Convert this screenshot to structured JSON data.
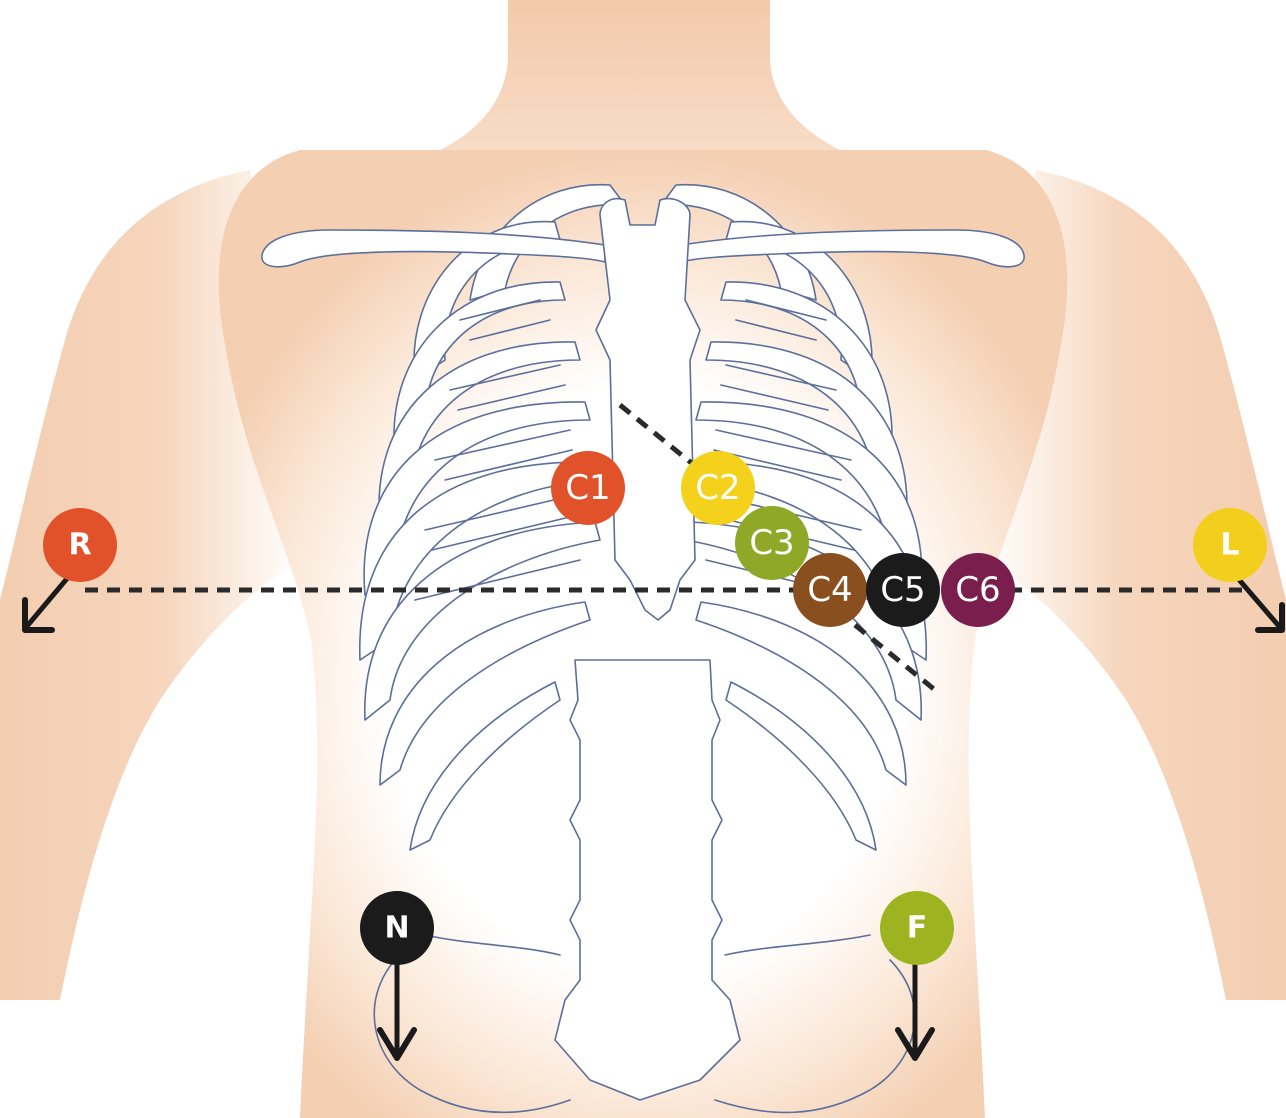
{
  "electrodes": {
    "R": {
      "label": "R",
      "color": "#e2522a"
    },
    "L": {
      "label": "L",
      "color": "#f2cf1c"
    },
    "N": {
      "label": "N",
      "color": "#1b1b1b"
    },
    "F": {
      "label": "F",
      "color": "#9db420"
    },
    "C1": {
      "label": "C1",
      "color": "#e2522a"
    },
    "C2": {
      "label": "C2",
      "color": "#f4d21c"
    },
    "C3": {
      "label": "C3",
      "color": "#8fa827"
    },
    "C4": {
      "label": "C4",
      "color": "#8a4f1e"
    },
    "C5": {
      "label": "C5",
      "color": "#1b1b1b"
    },
    "C6": {
      "label": "C6",
      "color": "#7a1e4e"
    }
  },
  "colors": {
    "skin": "#f5d3b8",
    "skin_glow": "#ffffff",
    "bone_outline": "#5b6f9a",
    "guide_line": "#2a2a2a"
  }
}
